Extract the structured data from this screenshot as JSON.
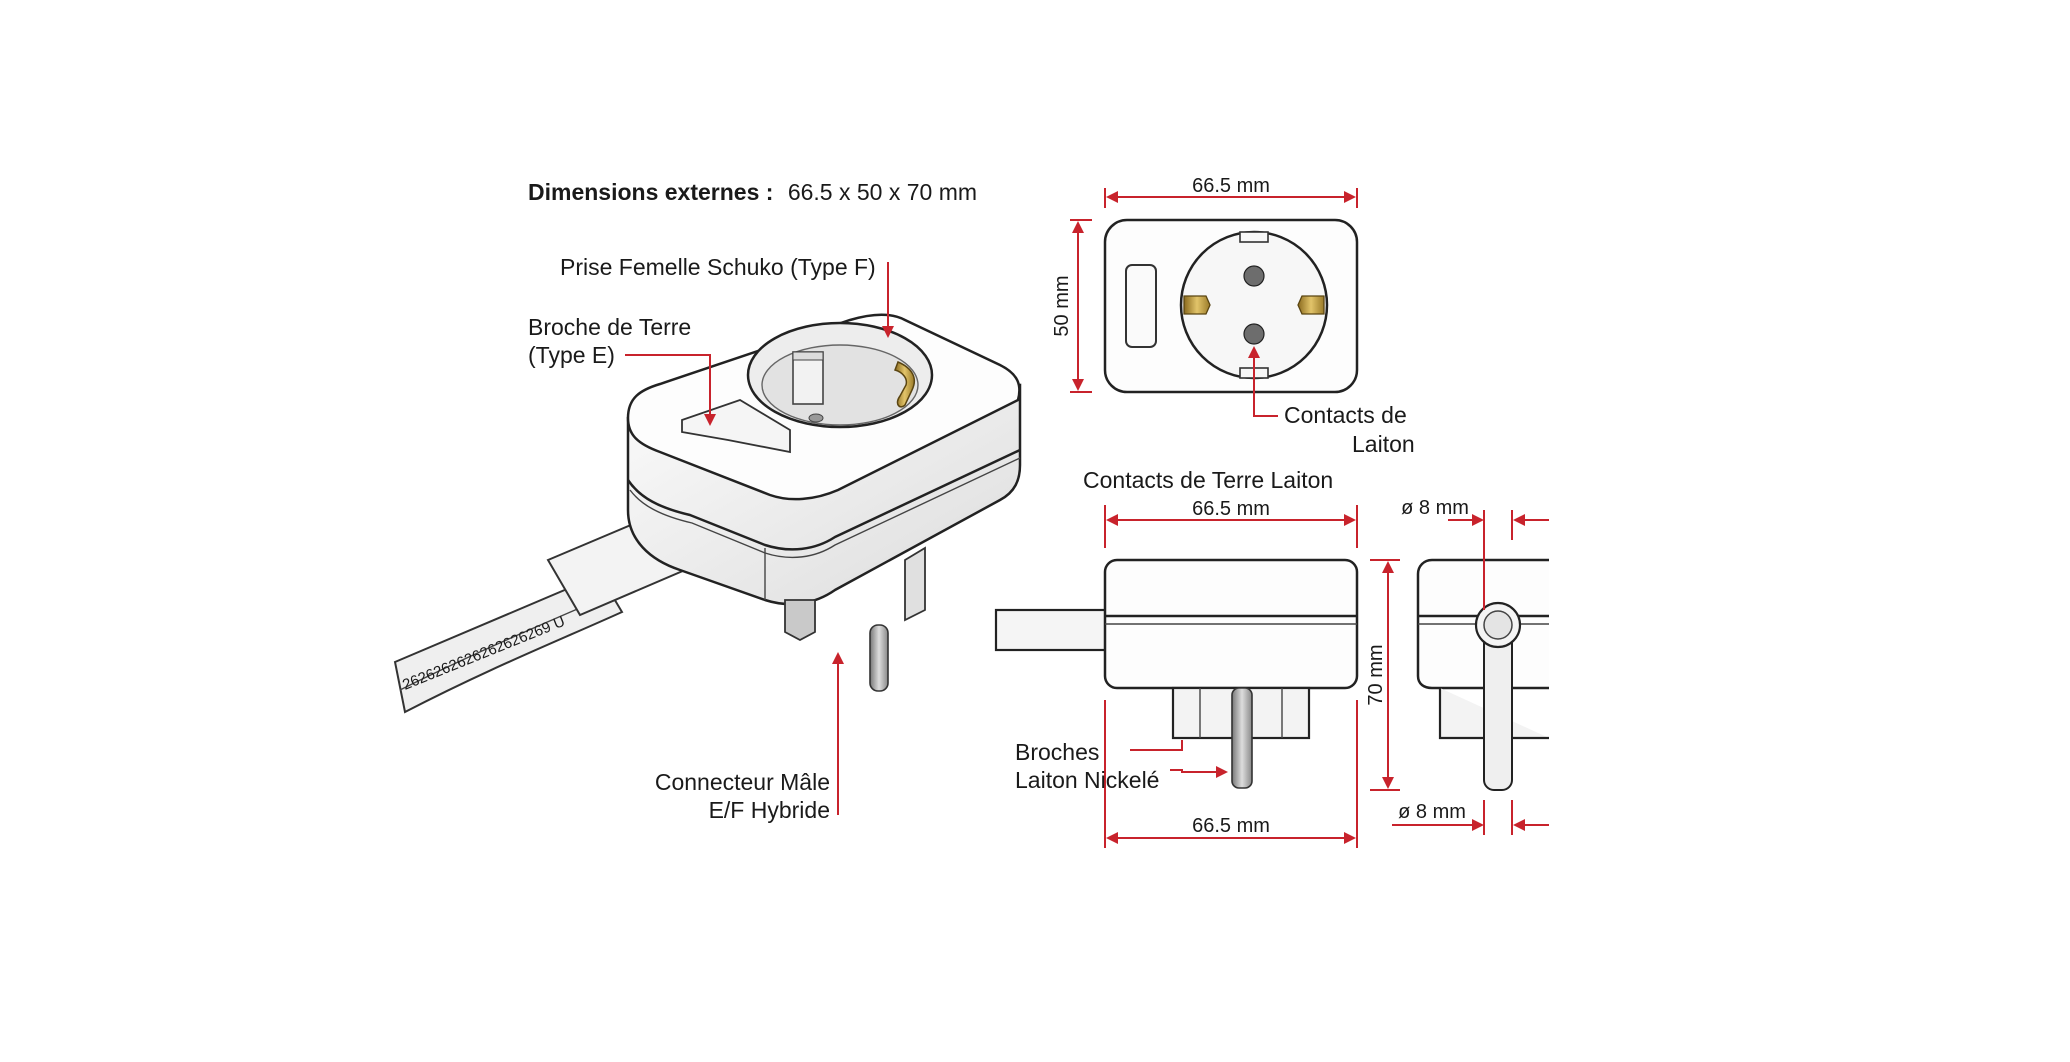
{
  "title": {
    "bold": "Dimensions externes :",
    "value": "66.5 x 50 x 70 mm"
  },
  "callouts": {
    "female_socket": "Prise Femelle Schuko (Type F)",
    "earth_pin_line1": "Broche de Terre",
    "earth_pin_line2": "(Type E)",
    "male_connector_line1": "Connecteur Mâle",
    "male_connector_line2": "E/F Hybride",
    "brass_contacts_line1": "Contacts de",
    "brass_contacts_line2": "Laiton",
    "earth_contacts": "Contacts de Terre Laiton",
    "pins_line1": "Broches",
    "pins_line2": "Laiton Nickelé"
  },
  "cable_print": "2626262626262626269 U",
  "dimensions": {
    "top_width": "66.5 mm",
    "top_height": "50 mm",
    "side_width_top": "66.5 mm",
    "side_height": "70 mm",
    "side_width_bottom": "66.5 mm",
    "cable_diameter_top": "ø 8 mm",
    "cable_diameter_bottom": "ø 8 mm"
  },
  "colors": {
    "annotation_red": "#c8232c",
    "brass": "#c9a544",
    "line": "#222222"
  }
}
